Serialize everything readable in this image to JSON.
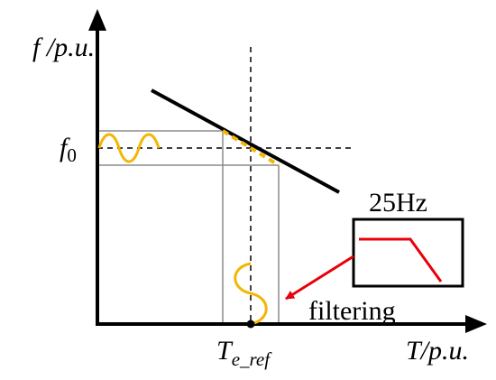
{
  "labels": {
    "y_axis_f": "f",
    "y_axis_unit": " /p.u.",
    "x_axis_label": "T/p.u.",
    "f0_main": "f",
    "f0_sub": "0",
    "te_main": "T",
    "te_sub": "e_ref",
    "filter_title": "25Hz",
    "filtering": "filtering"
  },
  "colors": {
    "axis": "#000000",
    "guide": "#8c8c8c",
    "oscillation": "#f2b705",
    "filter_response": "#e8000b",
    "arrow": "#e8000b"
  }
}
